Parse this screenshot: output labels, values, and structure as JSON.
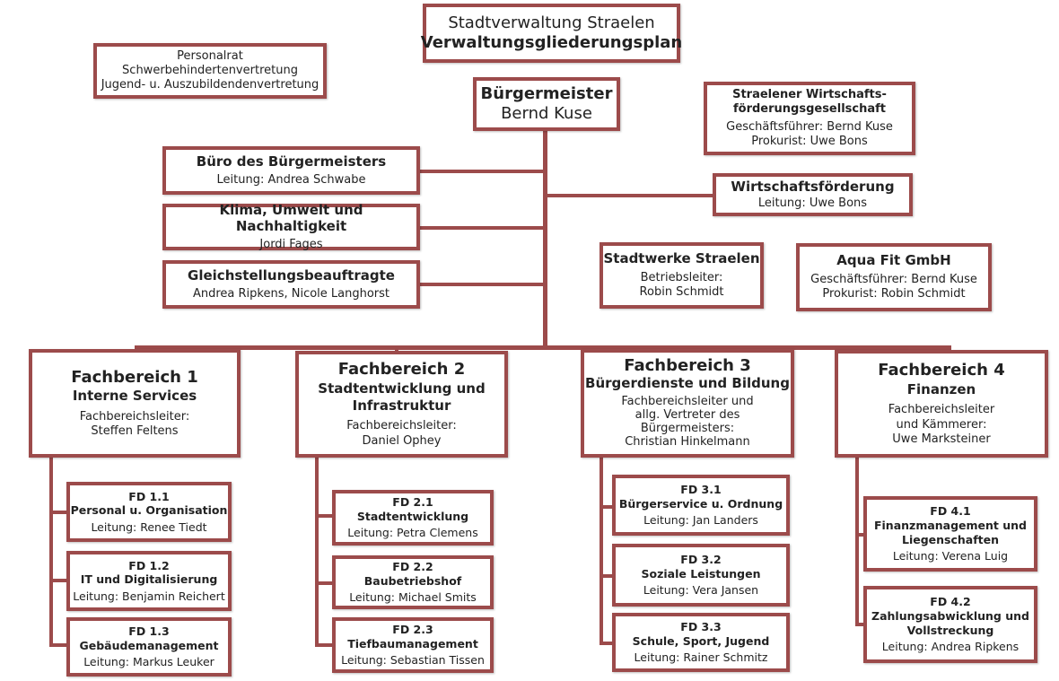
{
  "title": {
    "line1": "Stadtverwaltung Straelen",
    "line2": "Verwaltungsgliederungsplan"
  },
  "colors": {
    "border": "#9c4b4b",
    "text": "#222222",
    "background": "#ffffff"
  },
  "personalrat": {
    "lines": [
      "Personalrat",
      "Schwerbehindertenvertretung",
      "Jugend- u. Auszubildendenvertretung"
    ]
  },
  "buergermeister": {
    "title": "Bürgermeister",
    "name": "Bernd Kuse"
  },
  "staff_left": [
    {
      "title": "Büro des Bürgermeisters",
      "person": "Leitung: Andrea Schwabe"
    },
    {
      "title": "Klima, Umwelt und Nachhaltigkeit",
      "person": "Jordi Fages"
    },
    {
      "title": "Gleichstellungsbeauftragte",
      "person": "Andrea Ripkens, Nicole Langhorst"
    }
  ],
  "wfg": {
    "title_l1": "Straelener Wirtschafts-",
    "title_l2": "förderungsgesellschaft",
    "person_l1": "Geschäftsführer: Bernd Kuse",
    "person_l2": "Prokurist: Uwe Bons"
  },
  "wirtschaftsfoerderung": {
    "title": "Wirtschaftsförderung",
    "person": "Leitung: Uwe Bons"
  },
  "stadtwerke": {
    "title": "Stadtwerke Straelen",
    "person_l1": "Betriebsleiter:",
    "person_l2": "Robin Schmidt"
  },
  "aquafit": {
    "title": "Aqua Fit GmbH",
    "person_l1": "Geschäftsführer: Bernd Kuse",
    "person_l2": "Prokurist: Robin Schmidt"
  },
  "fachbereiche": [
    {
      "title": "Fachbereich 1",
      "subtitle": [
        "Interne Services"
      ],
      "leader": [
        "Fachbereichsleiter:",
        "Steffen Feltens"
      ],
      "fd": [
        {
          "code": "FD 1.1",
          "name": [
            "Personal u. Organisation"
          ],
          "lead": "Leitung: Renee Tiedt"
        },
        {
          "code": "FD 1.2",
          "name": [
            "IT und Digitalisierung"
          ],
          "lead": "Leitung: Benjamin Reichert"
        },
        {
          "code": "FD 1.3",
          "name": [
            "Gebäudemanagement"
          ],
          "lead": "Leitung: Markus Leuker"
        }
      ]
    },
    {
      "title": "Fachbereich 2",
      "subtitle": [
        "Stadtentwicklung und",
        "Infrastruktur"
      ],
      "leader": [
        "Fachbereichsleiter:",
        "Daniel Ophey"
      ],
      "fd": [
        {
          "code": "FD 2.1",
          "name": [
            "Stadtentwicklung"
          ],
          "lead": "Leitung: Petra Clemens"
        },
        {
          "code": "FD 2.2",
          "name": [
            "Baubetriebshof"
          ],
          "lead": "Leitung: Michael Smits"
        },
        {
          "code": "FD 2.3",
          "name": [
            "Tiefbaumanagement"
          ],
          "lead": "Leitung: Sebastian Tissen"
        }
      ]
    },
    {
      "title": "Fachbereich 3",
      "subtitle": [
        "Bürgerdienste und Bildung"
      ],
      "leader": [
        "Fachbereichsleiter und",
        "allg. Vertreter des",
        "Bürgermeisters:",
        "Christian Hinkelmann"
      ],
      "fd": [
        {
          "code": "FD 3.1",
          "name": [
            "Bürgerservice u. Ordnung"
          ],
          "lead": "Leitung: Jan Landers"
        },
        {
          "code": "FD 3.2",
          "name": [
            "Soziale Leistungen"
          ],
          "lead": "Leitung: Vera Jansen"
        },
        {
          "code": "FD 3.3",
          "name": [
            "Schule, Sport, Jugend"
          ],
          "lead": "Leitung: Rainer Schmitz"
        }
      ]
    },
    {
      "title": "Fachbereich 4",
      "subtitle": [
        "Finanzen"
      ],
      "leader": [
        "Fachbereichsleiter",
        "und Kämmerer:",
        "Uwe Marksteiner"
      ],
      "fd": [
        {
          "code": "FD 4.1",
          "name": [
            "Finanzmanagement und",
            "Liegenschaften"
          ],
          "lead": "Leitung: Verena Luig"
        },
        {
          "code": "FD 4.2",
          "name": [
            "Zahlungsabwicklung und",
            "Vollstreckung"
          ],
          "lead": "Leitung: Andrea Ripkens"
        }
      ]
    }
  ]
}
